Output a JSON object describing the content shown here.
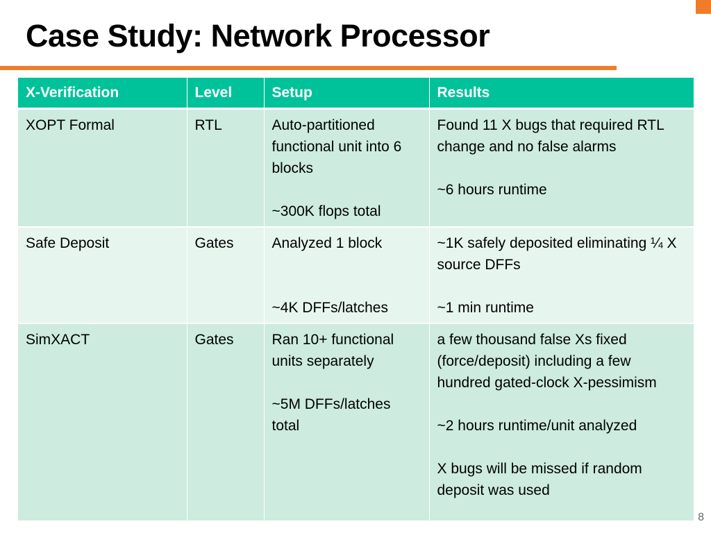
{
  "colors": {
    "accent": "#f07c2a",
    "header_bg": "#00c29a",
    "row_dark": "#cdebdf",
    "row_light": "#e7f5ef"
  },
  "slide": {
    "title": "Case Study: Network Processor",
    "page_number": "8"
  },
  "table": {
    "headers": [
      "X-Verification",
      "Level",
      "Setup",
      "Results"
    ],
    "rows": [
      {
        "method": "XOPT Formal",
        "level": "RTL",
        "setup": "Auto-partitioned functional unit into 6 blocks\n\n~300K flops total",
        "results": "Found 11 X bugs that required RTL change and no false alarms\n\n~6 hours runtime"
      },
      {
        "method": "Safe Deposit",
        "level": "Gates",
        "setup": "Analyzed 1 block\n\n\n~4K DFFs/latches",
        "results": "~1K safely deposited eliminating ¼ X source DFFs\n\n~1 min runtime"
      },
      {
        "method": "SimXACT",
        "level": "Gates",
        "setup": "Ran 10+ functional units separately\n\n~5M DFFs/latches total",
        "results": "a few thousand false Xs fixed (force/deposit) including a few hundred gated-clock X-pessimism\n\n~2 hours runtime/unit analyzed\n\nX bugs will be missed if random deposit was used"
      }
    ]
  }
}
